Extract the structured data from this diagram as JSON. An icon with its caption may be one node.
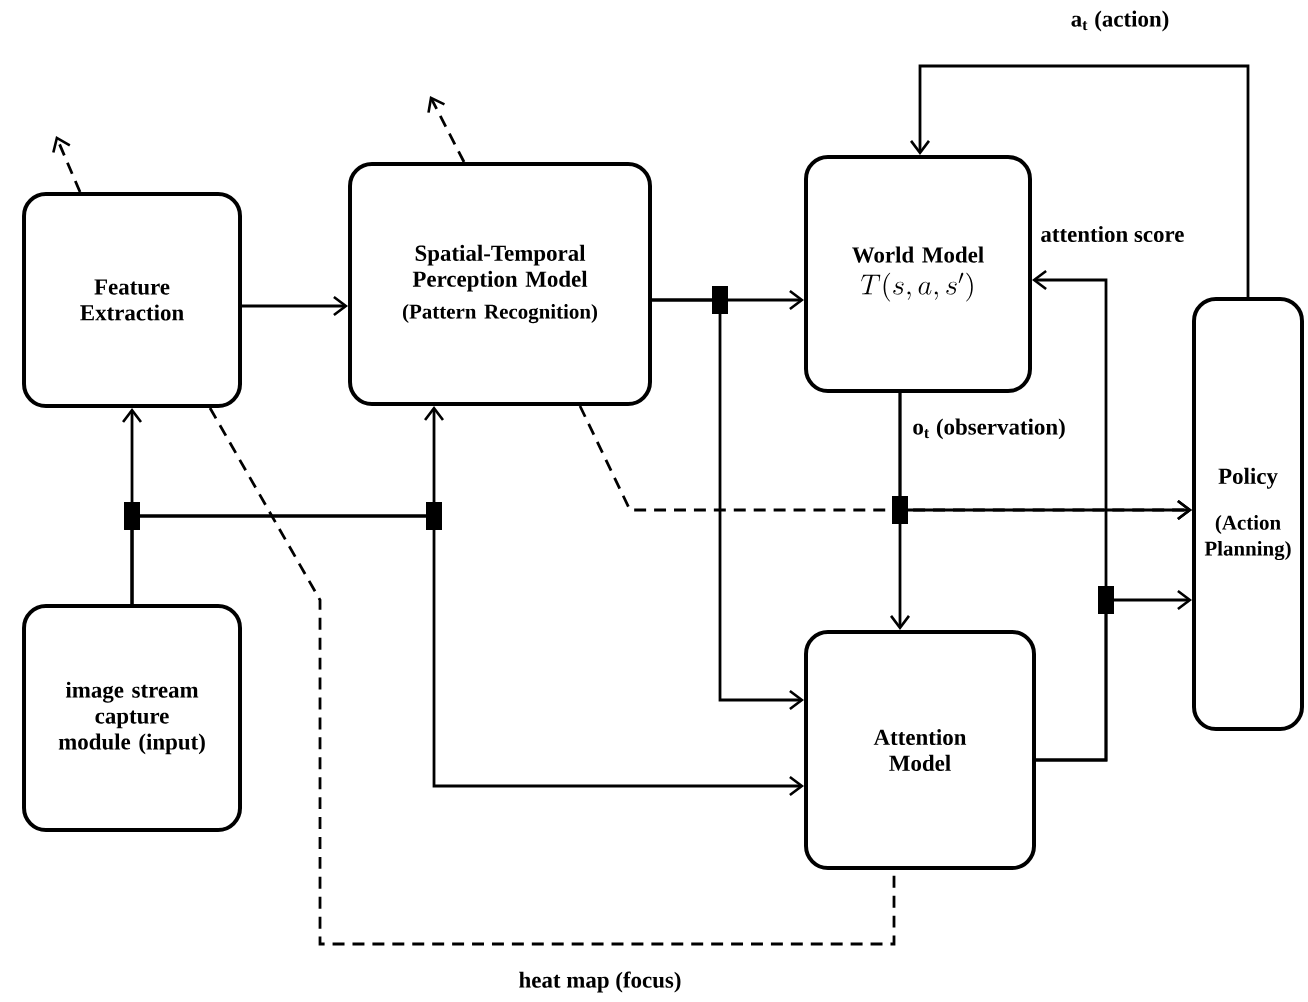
{
  "diagram": {
    "nodes": [
      {
        "text": [
          "Feature Extraction"
        ]
      },
      {
        "text": [
          "Spatial-Temporal Perception Model",
          "(Pattern Recognition)"
        ]
      },
      {
        "text": [
          "World Model",
          "T(s,a,s')"
        ]
      },
      {
        "text": [
          "Policy",
          "(Action Planning)"
        ]
      },
      {
        "text": [
          "image stream capture module (input)"
        ]
      },
      {
        "text": [
          "Attention Model"
        ]
      }
    ],
    "edges": [
      {
        "from": 0,
        "to": 1,
        "arrow": "to"
      },
      {
        "from": 1,
        "to": 2,
        "arrow": "to"
      },
      {
        "from": 1,
        "to": 5,
        "arrow": "to"
      },
      {
        "from": 4,
        "to": 0,
        "arrow": "to"
      },
      {
        "from": 4,
        "to": 1,
        "arrow": "to"
      },
      {
        "from": 4,
        "to": 5,
        "arrow": "to"
      },
      {
        "from": 2,
        "to": 3,
        "arrow": "to",
        "label": "o$_{t}$ (observation)"
      },
      {
        "from": 2,
        "to": 5,
        "arrow": "to"
      },
      {
        "from": 1,
        "to": 3,
        "arrow": "to",
        "style": "dashed"
      },
      {
        "from": 0,
        "to": 5,
        "arrow": "none",
        "style": "dashed",
        "label": "heat map (focus)"
      },
      {
        "from": 5,
        "to": 2,
        "arrow": "to",
        "label": "attention score"
      },
      {
        "from": 5,
        "to": 3,
        "arrow": "to"
      },
      {
        "from": 3,
        "to": 2,
        "arrow": "to",
        "label": "a$_{t}$ (action)"
      },
      {
        "from": 0,
        "to": null,
        "arrow": "to",
        "style": "dashed"
      },
      {
        "from": 1,
        "to": null,
        "arrow": "to",
        "style": "dashed"
      }
    ]
  }
}
